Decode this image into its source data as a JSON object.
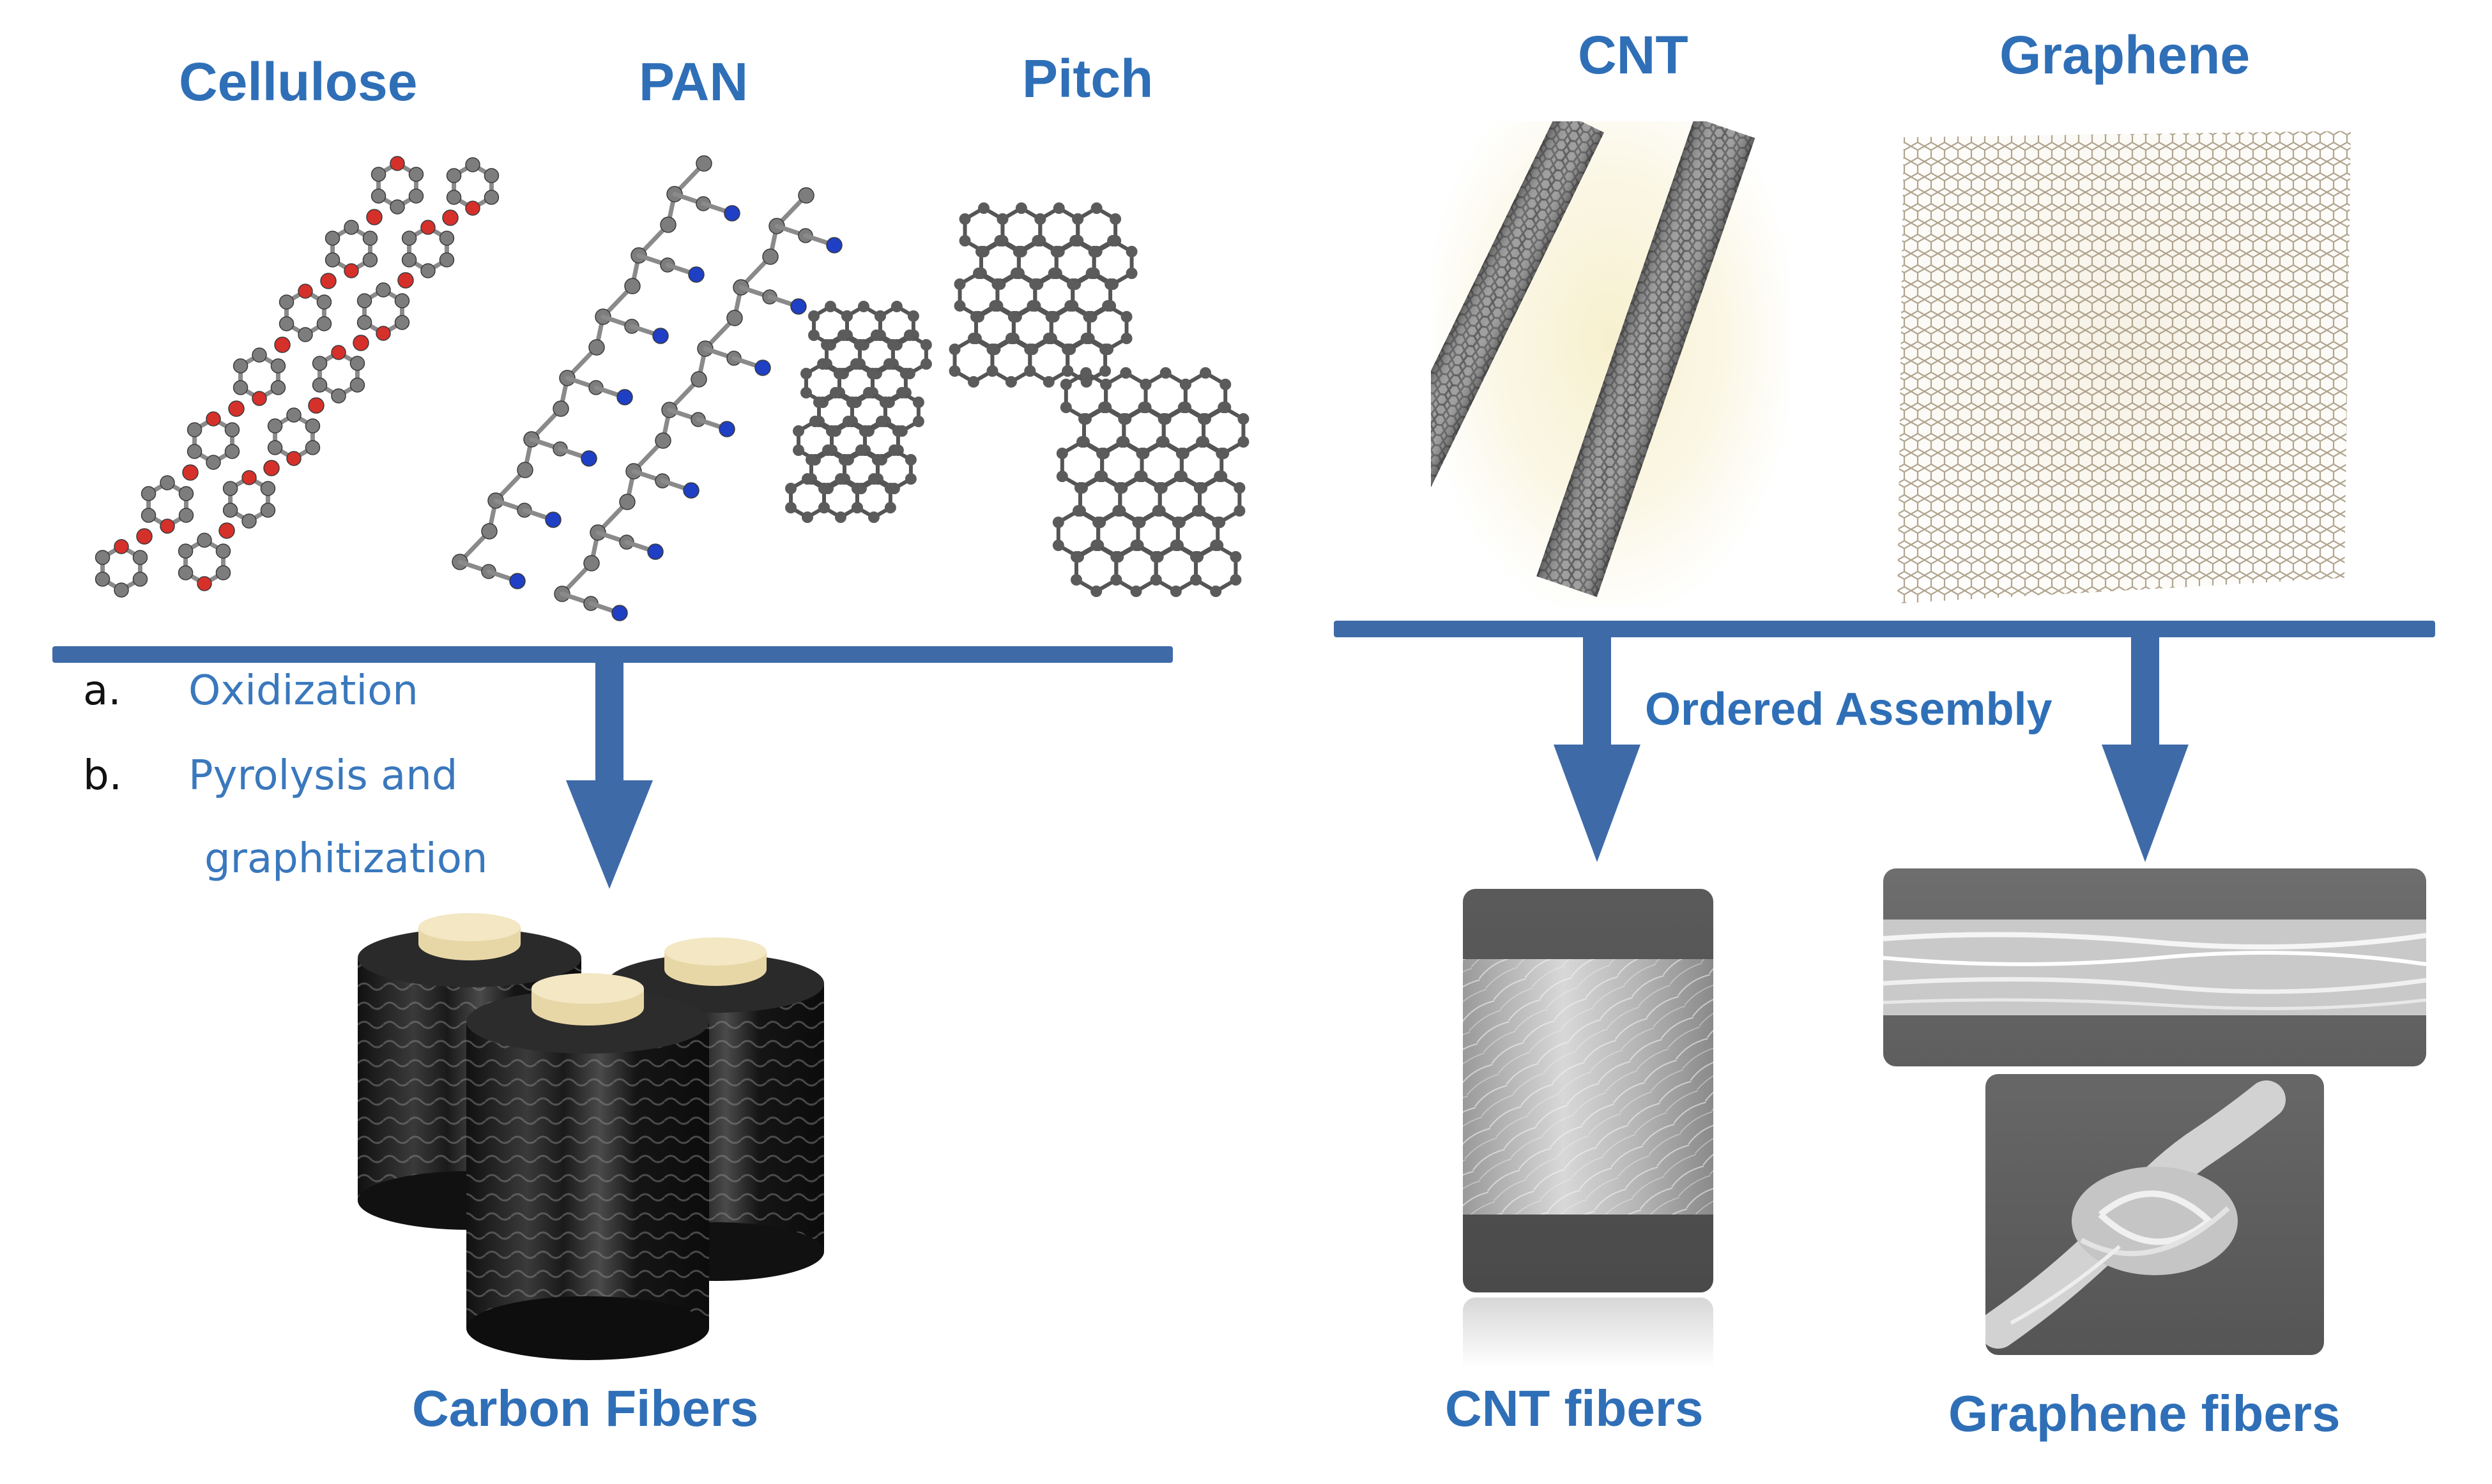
{
  "precursors_left": {
    "cellulose": "Cellulose",
    "pan": "PAN",
    "pitch": "Pitch"
  },
  "precursors_right": {
    "cnt": "CNT",
    "graphene": "Graphene"
  },
  "process_steps": [
    {
      "letter": "a.",
      "text": "Oxidization"
    },
    {
      "letter": "b.",
      "text": "Pyrolysis and"
    },
    {
      "letter": "",
      "text": "graphitization"
    }
  ],
  "assembly_label": "Ordered Assembly",
  "products": {
    "carbon": "Carbon Fibers",
    "cnt": "CNT fibers",
    "graphene": "Graphene fibers"
  },
  "colors": {
    "accent_blue": "#2f6fb7",
    "arrow_blue": "#3e6aa8",
    "oxygen_red": "#d6302b",
    "nitrogen_blue": "#1f3fc4",
    "carbon_gray": "#7d7d7d"
  }
}
